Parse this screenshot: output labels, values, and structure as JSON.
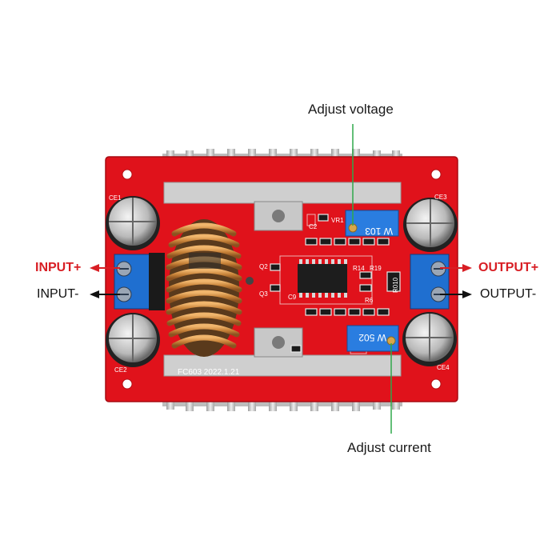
{
  "annotations": {
    "adjust_voltage": "Adjust voltage",
    "adjust_current": "Adjust current",
    "input_plus": "INPUT+",
    "input_minus": "INPUT-",
    "output_plus": "OUTPUT+",
    "output_minus": "OUTPUT-"
  },
  "board": {
    "pot_top_label": "W 103",
    "pot_bottom_label": "W 502",
    "silkscreen_id": "FC603 2022.1.21",
    "labels": {
      "ce1": "CE1",
      "ce2": "CE2",
      "ce3": "CE3",
      "ce4": "CE4",
      "q2": "Q2",
      "q3": "Q3",
      "c2": "C2",
      "c9": "C9",
      "r14": "R14",
      "r19": "R19",
      "r6": "R6",
      "r010": "R010",
      "vr1": "VR1"
    }
  },
  "colors": {
    "pcb_red": "#e0121b",
    "terminal_blue": "#1f6fd0",
    "pot_blue": "#2a7de0",
    "coil_copper": "#c9843a",
    "heatsink": "#c9c9c9",
    "arrow_red": "#d81e24",
    "leader_green": "#2fa84a"
  }
}
